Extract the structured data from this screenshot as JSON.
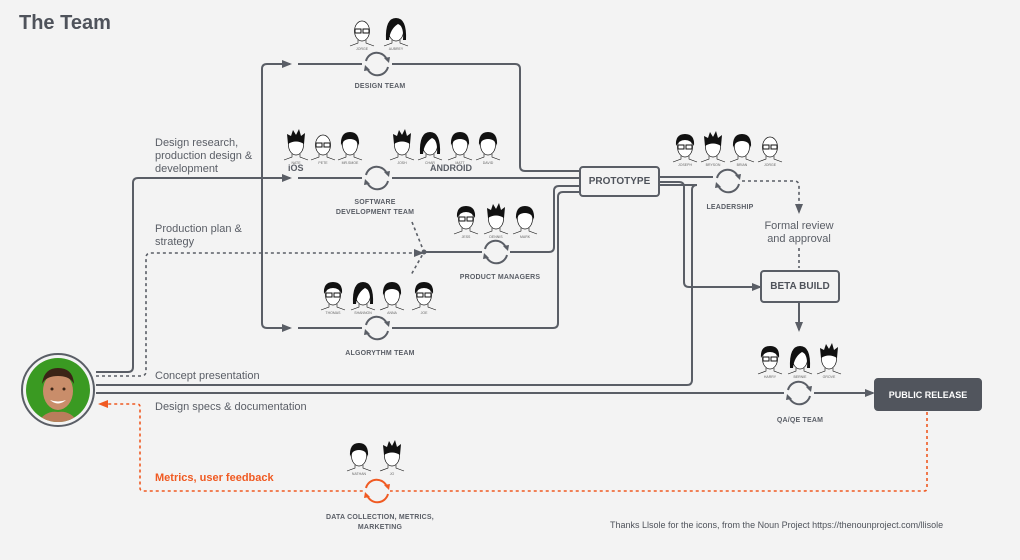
{
  "title": "The Team",
  "colors": {
    "line": "#5a5e66",
    "accent": "#f05a22",
    "dark_box": "#51555d",
    "background": "#f3f3f3"
  },
  "flows": {
    "design_research": "Design research, production design & development",
    "production_plan": "Production plan & strategy",
    "concept_presentation": "Concept presentation",
    "design_specs": "Design specs & documentation",
    "metrics_feedback": "Metrics, user feedback",
    "formal_review": "Formal review and approval"
  },
  "teams": {
    "design": {
      "label": "DESIGN TEAM",
      "members": [
        "JORGE",
        "AUBREY"
      ]
    },
    "software": {
      "label": "SOFTWARE DEVELOPMENT TEAM",
      "ios_label": "iOS",
      "android_label": "ANDROID",
      "ios_members": [
        "NATE",
        "PETE",
        "MR.SMOE"
      ],
      "android_members": [
        "JOSH",
        "CHAR",
        "MATT",
        "DAVID"
      ]
    },
    "product": {
      "label": "PRODUCT MANAGERS",
      "members": [
        "JESS",
        "DENNIS",
        "MARK"
      ]
    },
    "algorythm": {
      "label": "ALGORYTHM TEAM",
      "members": [
        "THOMAS",
        "SHANNON",
        "ANNA",
        "JOE"
      ]
    },
    "leadership": {
      "label": "LEADERSHIP",
      "members": [
        "JOSEPH",
        "BRYSON",
        "BRIAN",
        "JORGE"
      ]
    },
    "qa": {
      "label": "QA/QE TEAM",
      "members": [
        "HARRY",
        "BERNIE",
        "GROVE"
      ]
    },
    "data": {
      "label": "DATA COLLECTION, METRICS, MARKETING",
      "members": [
        "NATHAN",
        "JO"
      ]
    }
  },
  "milestones": {
    "prototype": "PROTOTYPE",
    "beta_build": "BETA BUILD",
    "public_release": "PUBLIC RELEASE"
  },
  "credit": "Thanks Llsole for the icons, from the Noun Project https://thenounproject.com/llisole"
}
